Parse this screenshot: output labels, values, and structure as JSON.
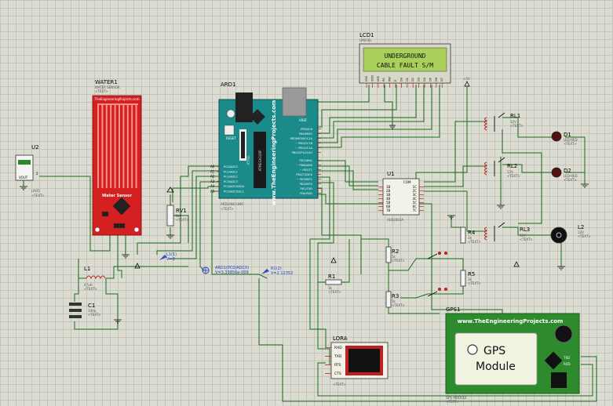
{
  "lcd": {
    "ref": "LCD1",
    "part": "LM016L",
    "line1": "UNDERGROUND",
    "line2": "CABLE FAULT S/M",
    "pins": [
      "VSS",
      "VDD",
      "VEE",
      "RS",
      "RW",
      "E",
      "D0",
      "D1",
      "D2",
      "D3",
      "D4",
      "D5",
      "D6",
      "D7"
    ]
  },
  "water": {
    "ref": "WATER1",
    "part": "WATER SENSOR",
    "text": "<TEXT>",
    "site": "TheEngineeringProjects.com",
    "name": "Water Sensor"
  },
  "ard": {
    "ref": "ARD1",
    "part": "ARDUINO UNO",
    "text": "<TEXT>",
    "logo": "www.TheEngineeringProjects.com",
    "aref": "AREF",
    "reset": "RESET",
    "atmega": "ATMEGA328P",
    "atmel": "ATMEL",
    "left_pins": [
      "A0",
      "A1",
      "A2",
      "A3",
      "A4",
      "A5"
    ],
    "left_names": [
      "PC0/ADC0",
      "PC1/ADC1",
      "PC2/ADC2",
      "PC3/ADC3",
      "PC4/ADC4/SDA",
      "PC5/ADC5/SCL"
    ],
    "right_top": [
      "PB5/SCK",
      "PB4/MISO",
      "PB3/MOSI/OC2A",
      "~ PB2/OC1B",
      "~ PB1/OC1A",
      "PB0/ICP1/CLKO"
    ],
    "right_bot": [
      "PD7/AIN1",
      "~ PD6/AIN0",
      "~ PD5/T1",
      "PD4/T0/XCK",
      "~ PD3/INT1",
      "PD2/INT0",
      "PD1/TXD",
      "PD0/RXD"
    ]
  },
  "u2": {
    "ref": "U2",
    "part": "LM35",
    "text": "<TEXT>",
    "vout": "VOUT",
    "pin": "2"
  },
  "rv1": {
    "ref": "RV1",
    "val": "1k",
    "text": "<TEXT>"
  },
  "l1": {
    "ref": "L1",
    "val": "47uH",
    "text": "<TEXT>"
  },
  "c1": {
    "ref": "C1",
    "val": "100u",
    "text": "<TEXT>"
  },
  "probe1": {
    "a": "L1(1)",
    "b": "V=0"
  },
  "probe2": {
    "a": "ARD1(PC0/ADC0)",
    "b": "V=3.33856e-009"
  },
  "probe3": {
    "a": "R1(2)",
    "b": "V=2.12352"
  },
  "u1": {
    "ref": "U1",
    "part": "ULN2003A",
    "com": "COM",
    "inputs": [
      "1B",
      "2B",
      "3B",
      "4B",
      "5B",
      "6B",
      "7B"
    ],
    "outputs": [
      "1C",
      "2C",
      "3C",
      "4C",
      "5C",
      "6C",
      "7C"
    ]
  },
  "rl1": {
    "ref": "RL1",
    "val": "12V",
    "text": "<TEXT>"
  },
  "rl2": {
    "ref": "RL2",
    "val": "12V",
    "text": "<TEXT>"
  },
  "rl3": {
    "ref": "RL3",
    "val": "12V",
    "text": "<TEXT>"
  },
  "d1": {
    "ref": "D1",
    "part": "LED-RED",
    "text": "<TEXT>"
  },
  "d2": {
    "ref": "D2",
    "part": "LED-RED",
    "text": "<TEXT>"
  },
  "l2": {
    "ref": "L2",
    "val": "12V",
    "text": "<TEXT>"
  },
  "r1": {
    "ref": "R1",
    "val": "1k",
    "text": "<TEXT>"
  },
  "r2": {
    "ref": "R2",
    "val": "1k",
    "text": "<TEXT>"
  },
  "r3": {
    "ref": "R3",
    "val": "1k",
    "text": "<TEXT>"
  },
  "r4": {
    "ref": "R4",
    "val": "1k",
    "text": "<TEXT>"
  },
  "r5": {
    "ref": "R5",
    "val": "1k",
    "text": "<TEXT>"
  },
  "supply": {
    "label": "+5V"
  },
  "lora": {
    "ref": "LORA",
    "text": "<TEXT>",
    "pins": [
      "RXD",
      "TXD",
      "RTS",
      "CTS"
    ]
  },
  "gps": {
    "ref": "GPS1",
    "part": "GPS MODULE",
    "text": "<TEXT>",
    "site": "www.TheEngineeringProjects.com",
    "line1": "GPS",
    "line2": "Module",
    "tx": "TXD",
    "rx": "RXD"
  },
  "colors": {
    "wire": "#1a6e1a",
    "grid_bg": "#dcdcd2",
    "board": "#1a8a8a",
    "gps_green": "#2d8a2d",
    "sensor_red": "#d42020",
    "lcd_green": "#a8d05a"
  }
}
